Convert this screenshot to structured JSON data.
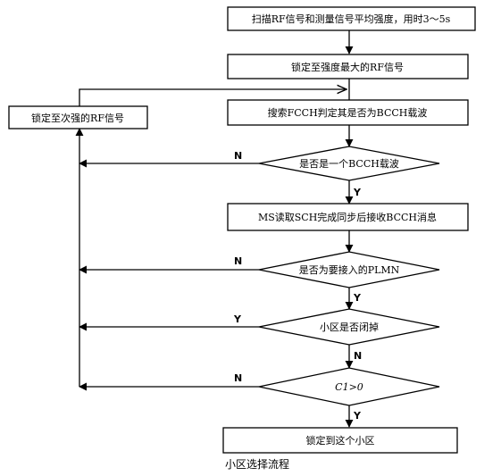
{
  "nodes": {
    "scan": "扫描RF信号和测量信号平均强度，用时3～5s",
    "lock_strongest": "锁定至强度最大的RF信号",
    "search_fcch": "搜索FCCH判定其是否为BCCH载波",
    "is_bcch": "是否是一个BCCH载波",
    "read_sch": "MS读取SCH完成同步后接收BCCH消息",
    "is_plmn": "是否为要接入的PLMN",
    "cell_barred": "小区是否闭掉",
    "c1_check": "C1>0",
    "lock_cell": "锁定到这个小区",
    "lock_next": "锁定至次强的RF信号"
  },
  "branches": {
    "bcch_no": "N",
    "bcch_yes": "Y",
    "plmn_no": "N",
    "plmn_yes": "Y",
    "barred_yes": "Y",
    "barred_no": "N",
    "c1_no": "N",
    "c1_yes": "Y"
  },
  "caption": "小区选择流程"
}
